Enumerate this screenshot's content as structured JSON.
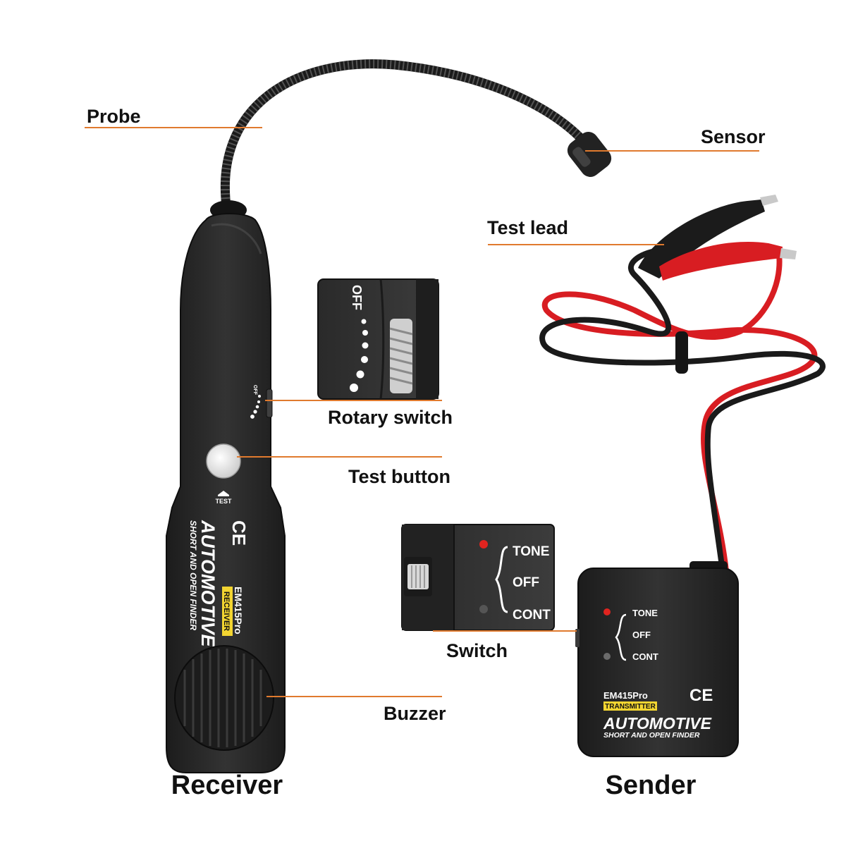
{
  "callouts": {
    "probe": "Probe",
    "sensor": "Sensor",
    "test_lead": "Test lead",
    "rotary_switch": "Rotary switch",
    "test_button": "Test button",
    "switch": "Switch",
    "buzzer": "Buzzer"
  },
  "captions": {
    "receiver": "Receiver",
    "sender": "Sender"
  },
  "receiver": {
    "off_label": "OFF",
    "test_label": "TEST",
    "ce_mark": "CE",
    "model": "EM415Pro",
    "role_badge": "RECEIVER",
    "brand": "AUTOMOTIVE",
    "tagline": "SHORT AND OPEN FINDER"
  },
  "rotary_zoom": {
    "off_label": "OFF"
  },
  "switch_zoom": {
    "tone": "TONE",
    "off": "OFF",
    "cont": "CONT"
  },
  "sender": {
    "tone": "TONE",
    "off": "OFF",
    "cont": "CONT",
    "model": "EM415Pro",
    "role_badge": "TRANSMITTER",
    "ce_mark": "CE",
    "brand": "AUTOMOTIVE",
    "tagline": "SHORT AND OPEN FINDER"
  },
  "colors": {
    "leader_line": "#e07a2e",
    "device_body": "#262626",
    "lead_red": "#d81d22",
    "lead_black": "#1a1a1a",
    "badge_yellow": "#f3d531",
    "led_red": "#e0241f"
  }
}
